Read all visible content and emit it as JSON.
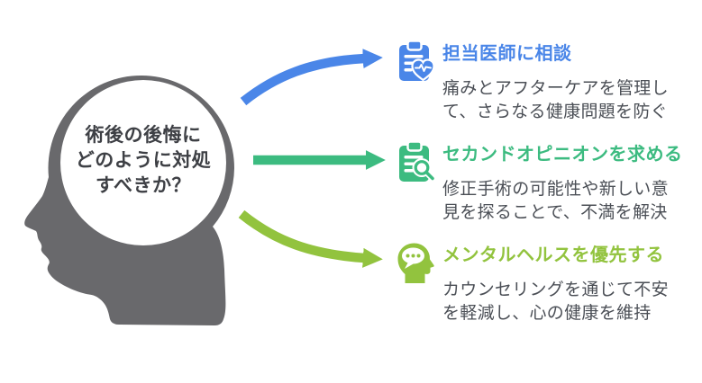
{
  "question": "術後の後悔に\nどのように対処\nすべきか？",
  "colors": {
    "blue": "#4a86e8",
    "teal": "#3cbb80",
    "green": "#92c33e",
    "head_gray": "#69696c",
    "question_text": "#3e4045",
    "desc_text": "#4b4f56",
    "white": "#ffffff"
  },
  "items": [
    {
      "title": "担当医師に相談",
      "description": "痛みとアフターケアを管理し\nて、さらなる健康問題を防ぐ",
      "icon": "clipboard-heart-pulse-icon",
      "color": "#4a86e8"
    },
    {
      "title": "セカンドオピニオンを求める",
      "description": "修正手術の可能性や新しい意\n見を探ることで、不満を解決",
      "icon": "clipboard-magnifier-icon",
      "color": "#3cbb80"
    },
    {
      "title": "メンタルヘルスを優先する",
      "description": "カウンセリングを通じて不安\nを軽減し、心の健康を維持",
      "icon": "head-speech-bubble-icon",
      "color": "#92c33e"
    }
  ]
}
